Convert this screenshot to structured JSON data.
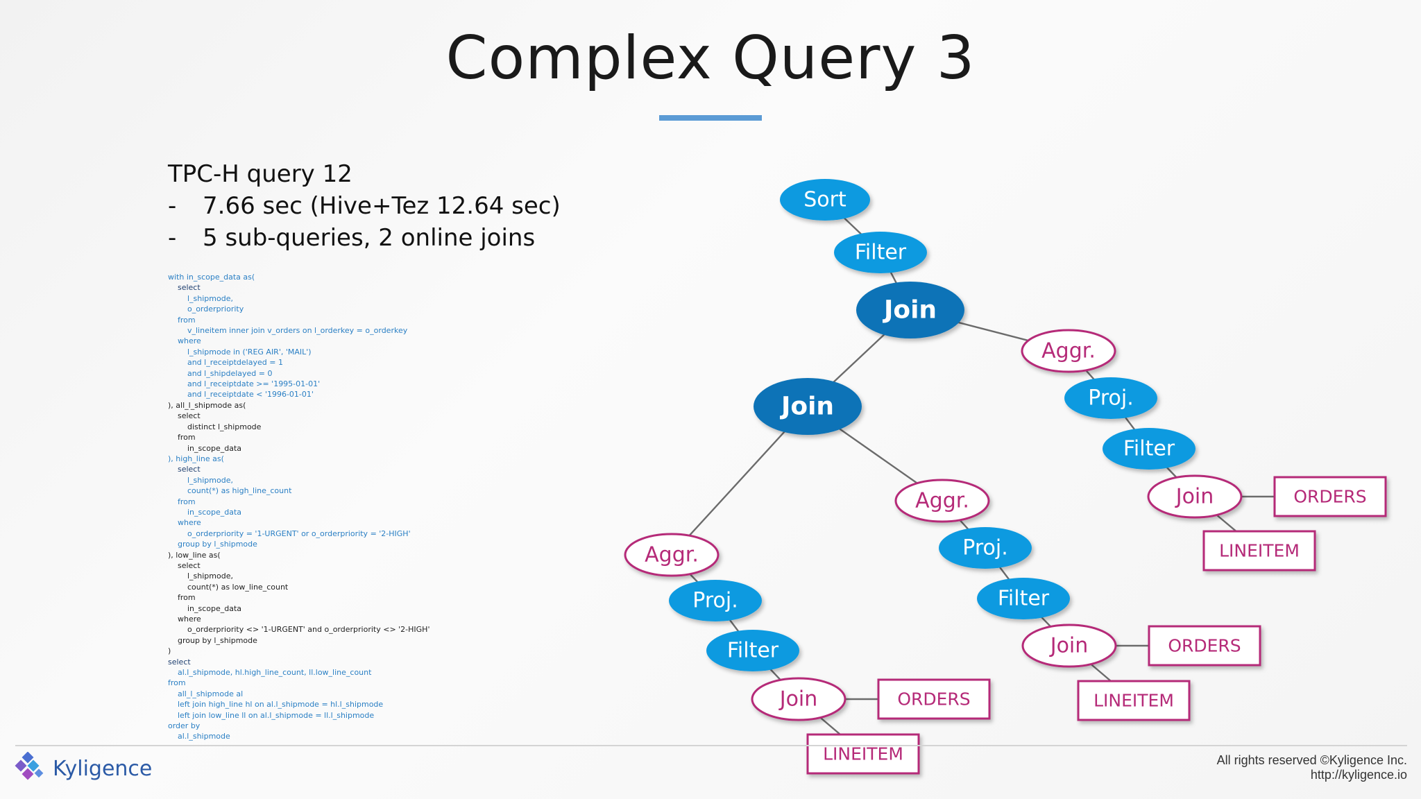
{
  "slide": {
    "title": "Complex Query 3"
  },
  "summary": {
    "heading": "TPC-H query 12",
    "bullets": [
      {
        "marker": "-",
        "text": "7.66 sec (Hive+Tez 12.64 sec)"
      },
      {
        "marker": "-",
        "text": "5 sub-queries, 2 online joins"
      }
    ]
  },
  "sql_lines": [
    {
      "t": "with in_scope_data as(",
      "s": "c"
    },
    {
      "t": "    select",
      "s": "k"
    },
    {
      "t": "        l_shipmode,",
      "s": "c"
    },
    {
      "t": "        o_orderpriority",
      "s": "c"
    },
    {
      "t": "    from",
      "s": "c"
    },
    {
      "t": "        v_lineitem inner join v_orders on l_orderkey = o_orderkey",
      "s": "c"
    },
    {
      "t": "    where",
      "s": "c"
    },
    {
      "t": "        l_shipmode in ('REG AIR', 'MAIL')",
      "s": "c"
    },
    {
      "t": "        and l_receiptdelayed = 1",
      "s": "c"
    },
    {
      "t": "        and l_shipdelayed = 0",
      "s": "c"
    },
    {
      "t": "        and l_receiptdate >= '1995-01-01'",
      "s": "c"
    },
    {
      "t": "        and l_receiptdate < '1996-01-01'",
      "s": "c"
    },
    {
      "t": "), all_l_shipmode as(",
      "s": "b"
    },
    {
      "t": "    select",
      "s": "b"
    },
    {
      "t": "        distinct l_shipmode",
      "s": "b"
    },
    {
      "t": "    from",
      "s": "b"
    },
    {
      "t": "        in_scope_data",
      "s": "b"
    },
    {
      "t": "), high_line as(",
      "s": "c"
    },
    {
      "t": "    select",
      "s": "k"
    },
    {
      "t": "        l_shipmode,",
      "s": "c"
    },
    {
      "t": "        count(*) as high_line_count",
      "s": "c"
    },
    {
      "t": "    from",
      "s": "c"
    },
    {
      "t": "        in_scope_data",
      "s": "c"
    },
    {
      "t": "    where",
      "s": "c"
    },
    {
      "t": "        o_orderpriority = '1-URGENT' or o_orderpriority = '2-HIGH'",
      "s": "c"
    },
    {
      "t": "    group by l_shipmode",
      "s": "c"
    },
    {
      "t": "), low_line as(",
      "s": "b"
    },
    {
      "t": "    select",
      "s": "b"
    },
    {
      "t": "        l_shipmode,",
      "s": "b"
    },
    {
      "t": "        count(*) as low_line_count",
      "s": "b"
    },
    {
      "t": "    from",
      "s": "b"
    },
    {
      "t": "        in_scope_data",
      "s": "b"
    },
    {
      "t": "    where",
      "s": "b"
    },
    {
      "t": "        o_orderpriority <> '1-URGENT' and o_orderpriority <> '2-HIGH'",
      "s": "b"
    },
    {
      "t": "    group by l_shipmode",
      "s": "b"
    },
    {
      "t": ")",
      "s": "b"
    },
    {
      "t": "select",
      "s": "k"
    },
    {
      "t": "    al.l_shipmode, hl.high_line_count, ll.low_line_count",
      "s": "c"
    },
    {
      "t": "from",
      "s": "c"
    },
    {
      "t": "    all_l_shipmode al",
      "s": "c"
    },
    {
      "t": "    left join high_line hl on al.l_shipmode = hl.l_shipmode",
      "s": "c"
    },
    {
      "t": "    left join low_line ll on al.l_shipmode = ll.l_shipmode",
      "s": "c"
    },
    {
      "t": "order by",
      "s": "c"
    },
    {
      "t": "    al.l_shipmode",
      "s": "c"
    }
  ],
  "plan_tree": {
    "nodes": [
      {
        "id": "sort",
        "label": "Sort",
        "kind": "blue"
      },
      {
        "id": "filter-top",
        "label": "Filter",
        "kind": "blue"
      },
      {
        "id": "join-root",
        "label": "Join",
        "kind": "dark"
      },
      {
        "id": "join-mid",
        "label": "Join",
        "kind": "dark"
      },
      {
        "id": "aggr-right",
        "label": "Aggr.",
        "kind": "pink"
      },
      {
        "id": "proj-right",
        "label": "Proj.",
        "kind": "blue"
      },
      {
        "id": "filter-right",
        "label": "Filter",
        "kind": "blue"
      },
      {
        "id": "join-right",
        "label": "Join",
        "kind": "pink"
      },
      {
        "id": "orders-right",
        "label": "ORDERS",
        "kind": "table"
      },
      {
        "id": "lineitem-right",
        "label": "LINEITEM",
        "kind": "table"
      },
      {
        "id": "aggr-midright",
        "label": "Aggr.",
        "kind": "pink"
      },
      {
        "id": "proj-midright",
        "label": "Proj.",
        "kind": "blue"
      },
      {
        "id": "filter-midright",
        "label": "Filter",
        "kind": "blue"
      },
      {
        "id": "join-midright",
        "label": "Join",
        "kind": "pink"
      },
      {
        "id": "orders-midright",
        "label": "ORDERS",
        "kind": "table"
      },
      {
        "id": "lineitem-midright",
        "label": "LINEITEM",
        "kind": "table"
      },
      {
        "id": "aggr-left",
        "label": "Aggr.",
        "kind": "pink"
      },
      {
        "id": "proj-left",
        "label": "Proj.",
        "kind": "blue"
      },
      {
        "id": "filter-left",
        "label": "Filter",
        "kind": "blue"
      },
      {
        "id": "join-left",
        "label": "Join",
        "kind": "pink"
      },
      {
        "id": "orders-left",
        "label": "ORDERS",
        "kind": "table"
      },
      {
        "id": "lineitem-left",
        "label": "LINEITEM",
        "kind": "table"
      }
    ],
    "edges": [
      [
        "sort",
        "filter-top"
      ],
      [
        "filter-top",
        "join-root"
      ],
      [
        "join-root",
        "join-mid"
      ],
      [
        "join-root",
        "aggr-right"
      ],
      [
        "aggr-right",
        "proj-right"
      ],
      [
        "proj-right",
        "filter-right"
      ],
      [
        "filter-right",
        "join-right"
      ],
      [
        "join-right",
        "orders-right"
      ],
      [
        "join-right",
        "lineitem-right"
      ],
      [
        "join-mid",
        "aggr-left"
      ],
      [
        "join-mid",
        "aggr-midright"
      ],
      [
        "aggr-midright",
        "proj-midright"
      ],
      [
        "proj-midright",
        "filter-midright"
      ],
      [
        "filter-midright",
        "join-midright"
      ],
      [
        "join-midright",
        "orders-midright"
      ],
      [
        "join-midright",
        "lineitem-midright"
      ],
      [
        "aggr-left",
        "proj-left"
      ],
      [
        "proj-left",
        "filter-left"
      ],
      [
        "filter-left",
        "join-left"
      ],
      [
        "join-left",
        "orders-left"
      ],
      [
        "join-left",
        "lineitem-left"
      ]
    ]
  },
  "footer": {
    "logo_text": "Kyligence",
    "rights": "All rights reserved ©Kyligence Inc.",
    "url": "http://kyligence.io"
  },
  "colors": {
    "accent_bar": "#5b9bd5",
    "node_blue": "#0d9ae0",
    "node_dark_blue": "#0a73b7",
    "node_pink": "#b52a78",
    "sql_cyan": "#2a7fc4"
  }
}
